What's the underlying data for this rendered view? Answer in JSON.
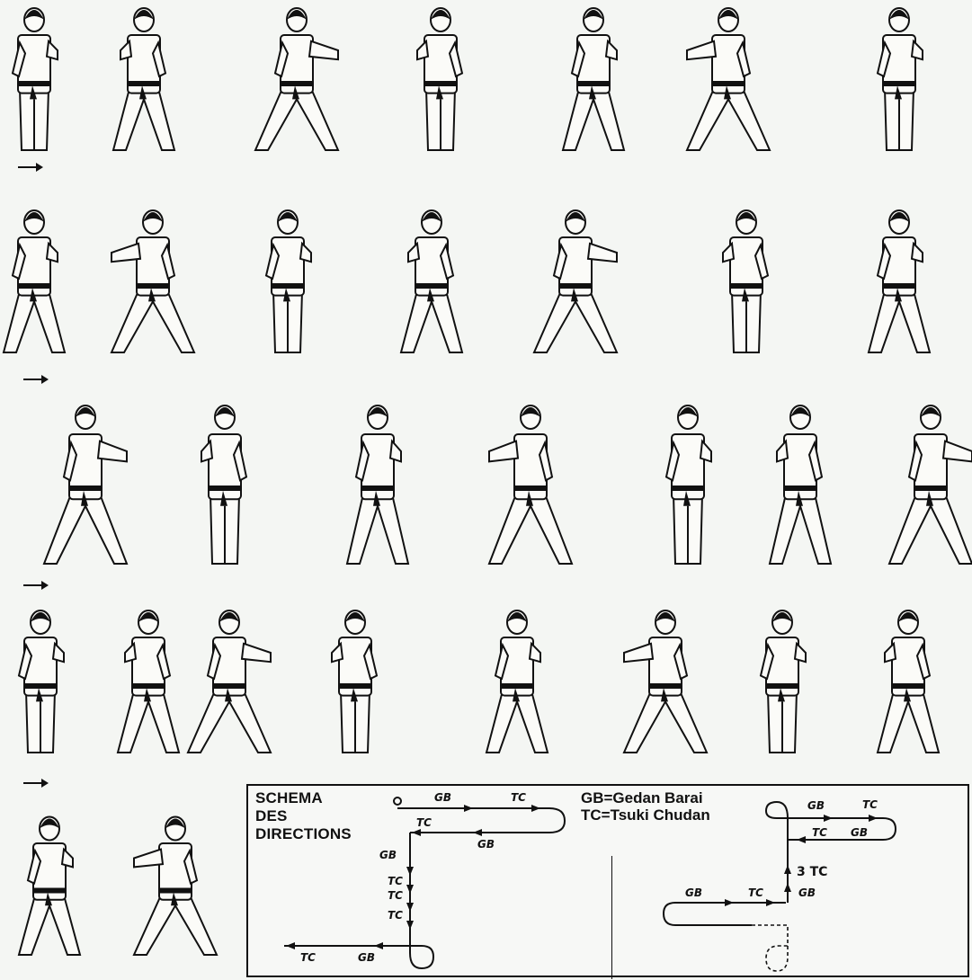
{
  "schema": {
    "title_lines": [
      "SCHEMA",
      "DES",
      "DIRECTIONS"
    ],
    "legend": [
      "GB=Gedan Barai",
      "TC=Tsuki Chudan"
    ],
    "left_diagram_labels": {
      "top_gb": "GB",
      "top_tc": "TC",
      "mid_tc": "TC",
      "mid_gb": "GB",
      "v_gb": "GB",
      "v_tc1": "TC",
      "v_tc2": "TC",
      "v_tc3": "TC",
      "bot_tc": "TC",
      "bot_gb": "GB"
    },
    "right_diagram_labels": {
      "top_gb": "GB",
      "top_tc": "TC",
      "mid_tc": "TC",
      "mid_gb": "GB",
      "three_tc": "3 TC",
      "v_gb": "GB",
      "bot_gb": "GB",
      "bot_tc": "TC"
    }
  }
}
